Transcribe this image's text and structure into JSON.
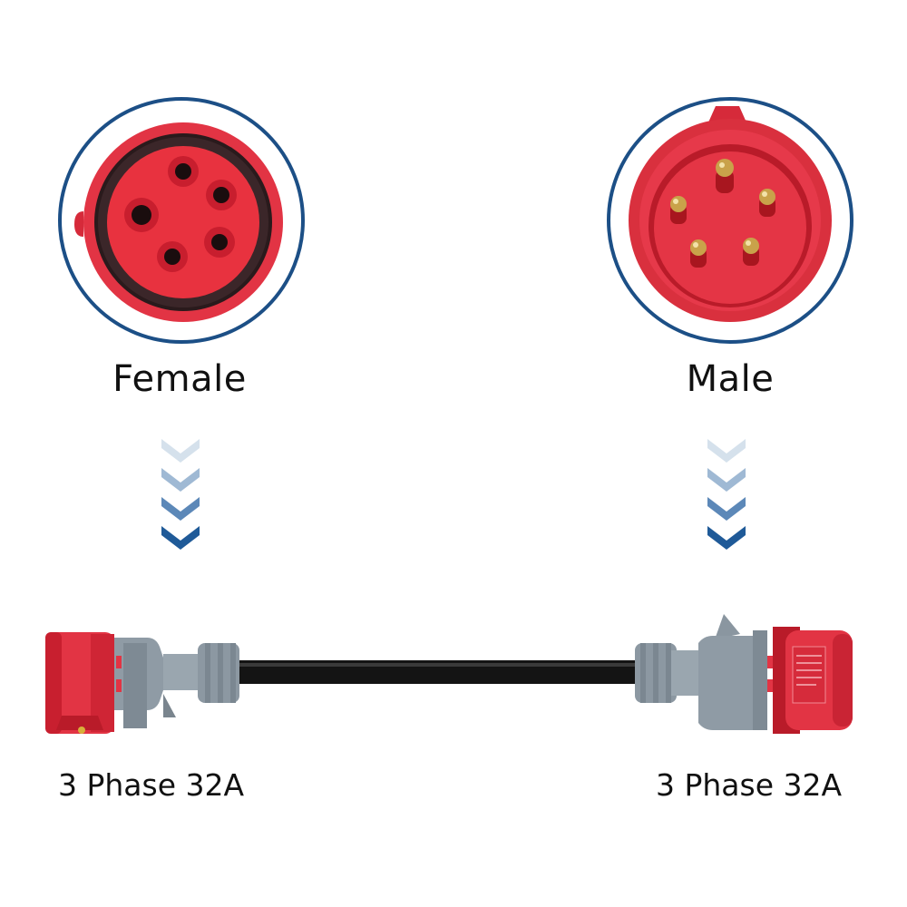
{
  "female": {
    "label": "Female",
    "spec": "3 Phase 32A"
  },
  "male": {
    "label": "Male",
    "spec": "3 Phase 32A"
  },
  "icons": {
    "arrow": "triple-chevron-down-icon",
    "female_socket": "female-socket-5-pin-icon",
    "male_plug": "male-plug-5-pin-icon"
  },
  "colors": {
    "ring": "#1c4f86",
    "connector_red": "#e8303f",
    "connector_dark_red": "#b81826",
    "housing_grey": "#8f9ba5",
    "cable": "#141414",
    "pin_brass": "#c9a24a",
    "arrow_dark": "#1f5a98",
    "arrow_light": "#c9d8e8"
  }
}
